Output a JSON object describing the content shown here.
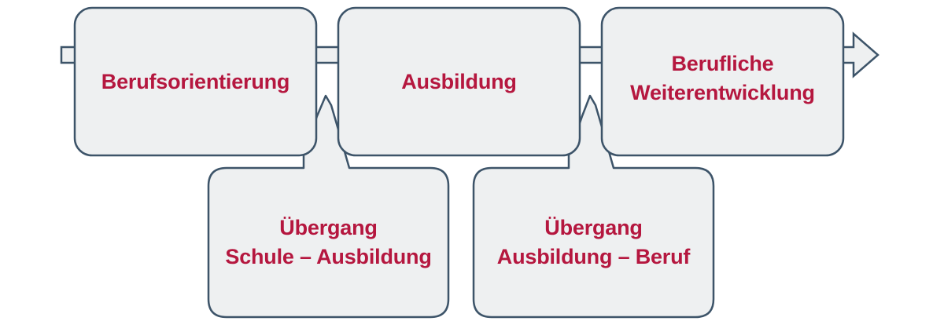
{
  "diagram": {
    "steps": [
      {
        "lines": [
          "Berufsorientierung"
        ]
      },
      {
        "lines": [
          "Ausbildung"
        ]
      },
      {
        "lines": [
          "Berufliche",
          "Weiterentwicklung"
        ]
      }
    ],
    "transitions": [
      {
        "lines": [
          "Übergang",
          "Schule – Ausbildung"
        ]
      },
      {
        "lines": [
          "Übergang",
          "Ausbildung – Beruf"
        ]
      }
    ],
    "colors": {
      "text": "#b5173f",
      "box_fill": "#eef0f1",
      "box_stroke": "#3d5469"
    }
  }
}
